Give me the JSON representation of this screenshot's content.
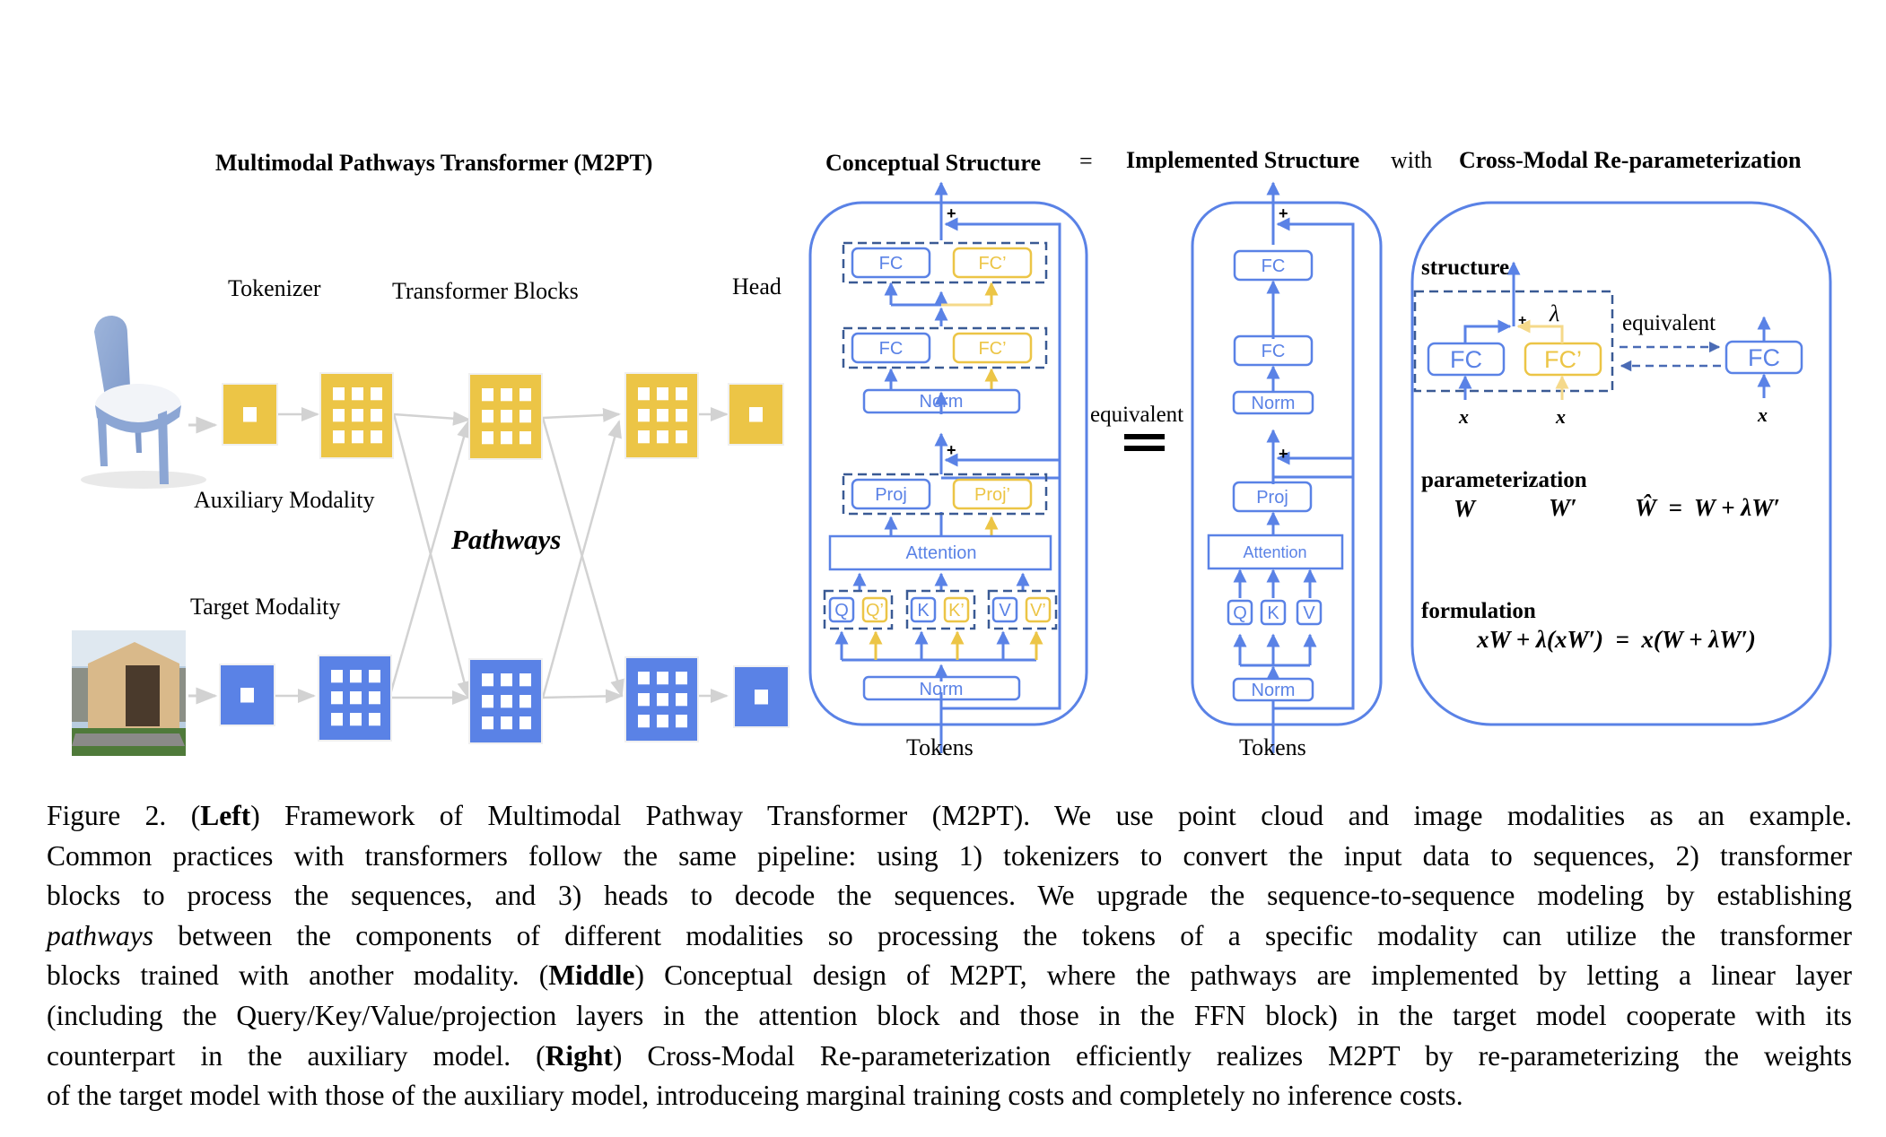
{
  "colors": {
    "blue": "#5A82E6",
    "yellow": "#ECC546",
    "yellow_light": "#F5D98A",
    "dash": "#3A5A94",
    "gray_arrow": "#D2D2D2",
    "text": "#000000"
  },
  "left": {
    "title": "Multimodal Pathways Transformer (M2PT)",
    "col_tokenizer": "Tokenizer",
    "col_blocks": "Transformer Blocks",
    "col_head": "Head",
    "aux_label": "Auxiliary Modality",
    "target_label": "Target Modality",
    "pathways_label": "Pathways",
    "aux_image": "point-cloud-chair",
    "target_image": "garden-shed-photo"
  },
  "header": {
    "conceptual": "Conceptual Structure",
    "eq": "=",
    "implemented": "Implemented Structure",
    "with": "with",
    "crossmodal": "Cross-Modal Re-parameterization"
  },
  "conceptual": {
    "fc": "FC",
    "fc_prime": "FC’",
    "norm": "Norm",
    "proj": "Proj",
    "proj_prime": "Proj’",
    "attention": "Attention",
    "q": "Q",
    "q_prime": "Q’",
    "k": "K",
    "k_prime": "K’",
    "v": "V",
    "v_prime": "V’",
    "plus": "+",
    "tokens": "Tokens"
  },
  "equivalent": {
    "label": "equivalent"
  },
  "implemented": {
    "fc": "FC",
    "norm": "Norm",
    "proj": "Proj",
    "attention": "Attention",
    "q": "Q",
    "k": "K",
    "v": "V",
    "plus": "+",
    "tokens": "Tokens"
  },
  "reparam": {
    "structure_label": "structure",
    "fc": "FC",
    "fc_prime": "FC’",
    "lambda": "λ",
    "plus": "+",
    "equivalent": "equivalent",
    "x": "x",
    "parameterization_label": "parameterization",
    "w": "W",
    "w_prime": "W′",
    "w_hat_eq": "Ŵ  =  W + λW′",
    "formulation_label": "formulation",
    "formula": "xW + λ(xW′)  =  x(W + λW′)"
  },
  "caption": {
    "lines": [
      [
        {
          "t": "Figure 2.  ("
        },
        {
          "t": "Left",
          "b": true
        },
        {
          "t": ") Framework of Multimodal Pathway Transformer (M2PT). We use point cloud and image modalities as an example."
        }
      ],
      [
        {
          "t": "Common practices with transformers follow the same pipeline: using 1) tokenizers to convert the input data to sequences, 2) transformer"
        }
      ],
      [
        {
          "t": "blocks to process the sequences, and 3) heads to decode the sequences.  We upgrade the sequence-to-sequence modeling by establishing"
        }
      ],
      [
        {
          "t": "pathways",
          "i": true
        },
        {
          "t": " between the components of different modalities so processing the tokens of a specific modality can utilize the transformer"
        }
      ],
      [
        {
          "t": "blocks trained with another modality. ("
        },
        {
          "t": "Middle",
          "b": true
        },
        {
          "t": ") Conceptual design of M2PT, where the pathways are implemented by letting a linear layer"
        }
      ],
      [
        {
          "t": "(including the Query/Key/Value/projection layers in the attention block and those in the FFN block) in the target model cooperate with its"
        }
      ],
      [
        {
          "t": "counterpart in the auxiliary model. ("
        },
        {
          "t": "Right",
          "b": true
        },
        {
          "t": ") Cross-Modal Re-parameterization efficiently realizes M2PT by re-parameterizing the weights"
        }
      ],
      [
        {
          "t": "of the target model with those of the auxiliary model, introduceing marginal training costs and completely no inference costs."
        }
      ]
    ]
  }
}
